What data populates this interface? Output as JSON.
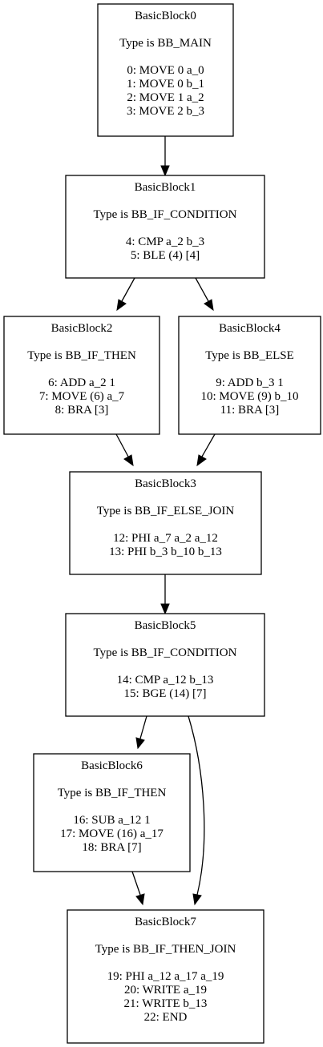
{
  "blocks": [
    {
      "id": "BasicBlock0",
      "title": "BasicBlock0",
      "type_line": "Type is BB_MAIN",
      "instructions": [
        "0: MOVE 0 a_0",
        "1: MOVE 0 b_1",
        "2: MOVE 1 a_2",
        "3: MOVE 2 b_3"
      ]
    },
    {
      "id": "BasicBlock1",
      "title": "BasicBlock1",
      "type_line": "Type is BB_IF_CONDITION",
      "instructions": [
        "4: CMP a_2 b_3",
        "5: BLE (4) [4]"
      ]
    },
    {
      "id": "BasicBlock2",
      "title": "BasicBlock2",
      "type_line": "Type is BB_IF_THEN",
      "instructions": [
        "6: ADD a_2 1",
        "7: MOVE (6) a_7",
        "8: BRA [3]"
      ]
    },
    {
      "id": "BasicBlock4",
      "title": "BasicBlock4",
      "type_line": "Type is BB_ELSE",
      "instructions": [
        "9: ADD b_3 1",
        "10: MOVE (9) b_10",
        "11: BRA [3]"
      ]
    },
    {
      "id": "BasicBlock3",
      "title": "BasicBlock3",
      "type_line": "Type is BB_IF_ELSE_JOIN",
      "instructions": [
        "12: PHI a_7 a_2 a_12",
        "13: PHI b_3 b_10 b_13"
      ]
    },
    {
      "id": "BasicBlock5",
      "title": "BasicBlock5",
      "type_line": "Type is BB_IF_CONDITION",
      "instructions": [
        "14: CMP a_12 b_13",
        "15: BGE (14) [7]"
      ]
    },
    {
      "id": "BasicBlock6",
      "title": "BasicBlock6",
      "type_line": "Type is BB_IF_THEN",
      "instructions": [
        "16: SUB a_12 1",
        "17: MOVE (16) a_17",
        "18: BRA [7]"
      ]
    },
    {
      "id": "BasicBlock7",
      "title": "BasicBlock7",
      "type_line": "Type is BB_IF_THEN_JOIN",
      "instructions": [
        "19: PHI a_12 a_17 a_19",
        "20: WRITE a_19",
        "21: WRITE b_13",
        "22: END"
      ]
    }
  ],
  "edges": [
    {
      "from": "BasicBlock0",
      "to": "BasicBlock1"
    },
    {
      "from": "BasicBlock1",
      "to": "BasicBlock2"
    },
    {
      "from": "BasicBlock1",
      "to": "BasicBlock4"
    },
    {
      "from": "BasicBlock2",
      "to": "BasicBlock3"
    },
    {
      "from": "BasicBlock4",
      "to": "BasicBlock3"
    },
    {
      "from": "BasicBlock3",
      "to": "BasicBlock5"
    },
    {
      "from": "BasicBlock5",
      "to": "BasicBlock6"
    },
    {
      "from": "BasicBlock5",
      "to": "BasicBlock7"
    },
    {
      "from": "BasicBlock6",
      "to": "BasicBlock7"
    }
  ]
}
